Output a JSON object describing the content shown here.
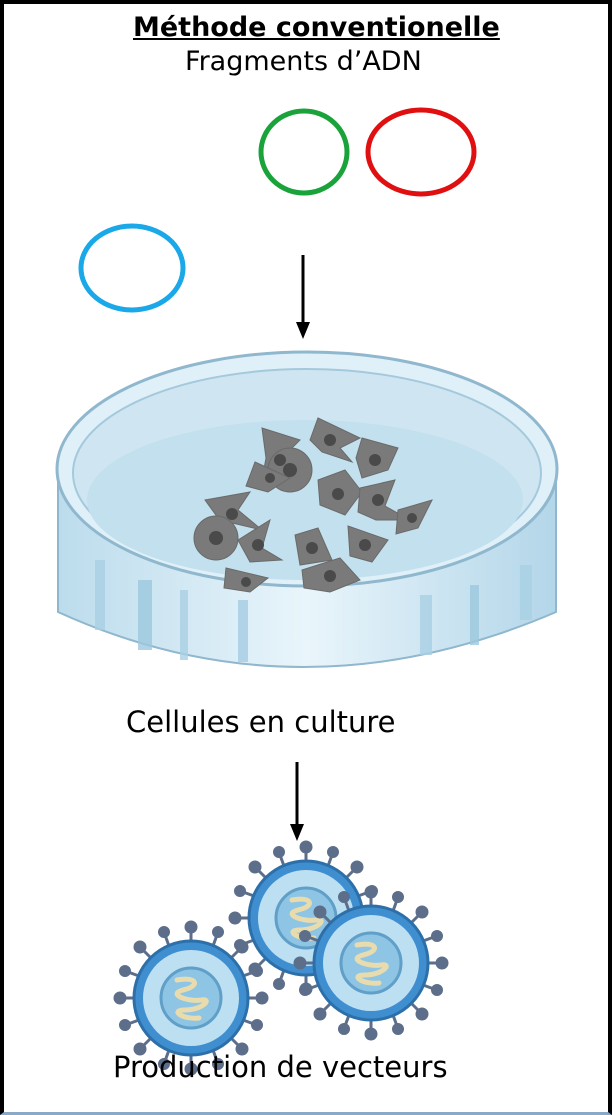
{
  "title": "Méthode conventionelle",
  "fragments_label": "Fragments d’ADN",
  "culture_label": "Cellules en culture",
  "production_label": "Production de vecteurs",
  "colors": {
    "fragment_green": "#1aa33a",
    "fragment_red": "#e01010",
    "fragment_blue": "#1aa8e8",
    "arrow": "#000000",
    "dish": "#cfe6f2",
    "cell": "#7a7a7a",
    "vector": "#3f8fd0"
  }
}
